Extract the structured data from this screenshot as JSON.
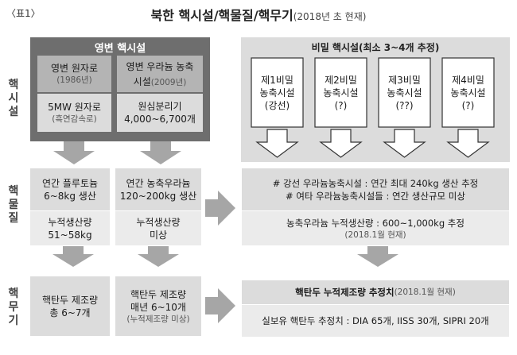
{
  "header": {
    "tag": "〈표1〉",
    "title": "북한 핵시설/핵물질/핵무기",
    "subtitle": "(2018년 초 현재)"
  },
  "row_labels": {
    "facilities": [
      "핵",
      "시",
      "설"
    ],
    "material": [
      "핵",
      "물",
      "질"
    ],
    "weapons": [
      "핵",
      "무",
      "기"
    ]
  },
  "yongbyon": {
    "title": "영변 핵시설",
    "reactor": {
      "name": "영변 원자로",
      "year": "(1986년)"
    },
    "enrichment": {
      "name1": "영변 우라늄 농축",
      "name2": "시설",
      "year": "(2009년)"
    },
    "reactor_5mw": {
      "name": "5MW 원자로",
      "type": "(흑연감속로)"
    },
    "centrifuge": {
      "name": "원심분리기",
      "count": "4,000~6,700개"
    }
  },
  "secret": {
    "title": "비밀 핵시설(최소 3~4개 추정)",
    "sites": [
      {
        "l1": "제1비밀",
        "l2": "농축시설",
        "l3": "(강선)"
      },
      {
        "l1": "제2비밀",
        "l2": "농축시설",
        "l3": "(?)"
      },
      {
        "l1": "제3비밀",
        "l2": "농축시설",
        "l3": "(??)"
      },
      {
        "l1": "제4비밀",
        "l2": "농축시설",
        "l3": "(?)"
      }
    ]
  },
  "material": {
    "plutonium": {
      "l1": "연간 플루토늄",
      "l2": "6~8kg 생산"
    },
    "uranium": {
      "l1": "연간 농축우라늄",
      "l2": "120~200kg 생산"
    },
    "plutonium_total": {
      "l1": "누적생산량",
      "l2": "51~58kg"
    },
    "uranium_total": {
      "l1": "누적생산량",
      "l2": "미상"
    },
    "note1": "# 강선 우라늄농축시설 : 연간 최대 240kg 생산 추정",
    "note2": "# 여타 우라늄농축시설들 : 연간 생산규모 미상",
    "cumulative": "농축우라늄 누적생산량 : 600~1,000kg 추정",
    "cumulative_date": "(2018.1월 현재)"
  },
  "weapons": {
    "left": {
      "l1": "핵탄두 제조량",
      "l2": "총 6~7개"
    },
    "mid": {
      "l1": "핵탄두 제조량",
      "l2": "매년 6~10개",
      "l3": "(누적제조량 미상)"
    },
    "right_title": "핵탄두 누적제조량 추정치",
    "right_date": "(2018.1월 현재)",
    "holdings": "실보유 핵탄두 추정치 : DIA 65개, IISS 30개, SIPRI 20개"
  },
  "colors": {
    "dark_panel": "#6e6e6e",
    "mid_box": "#b4b4b4",
    "light_panel": "#dcdcdc",
    "lighter_box": "#ebebeb",
    "arrow": "#a6a6a6"
  }
}
